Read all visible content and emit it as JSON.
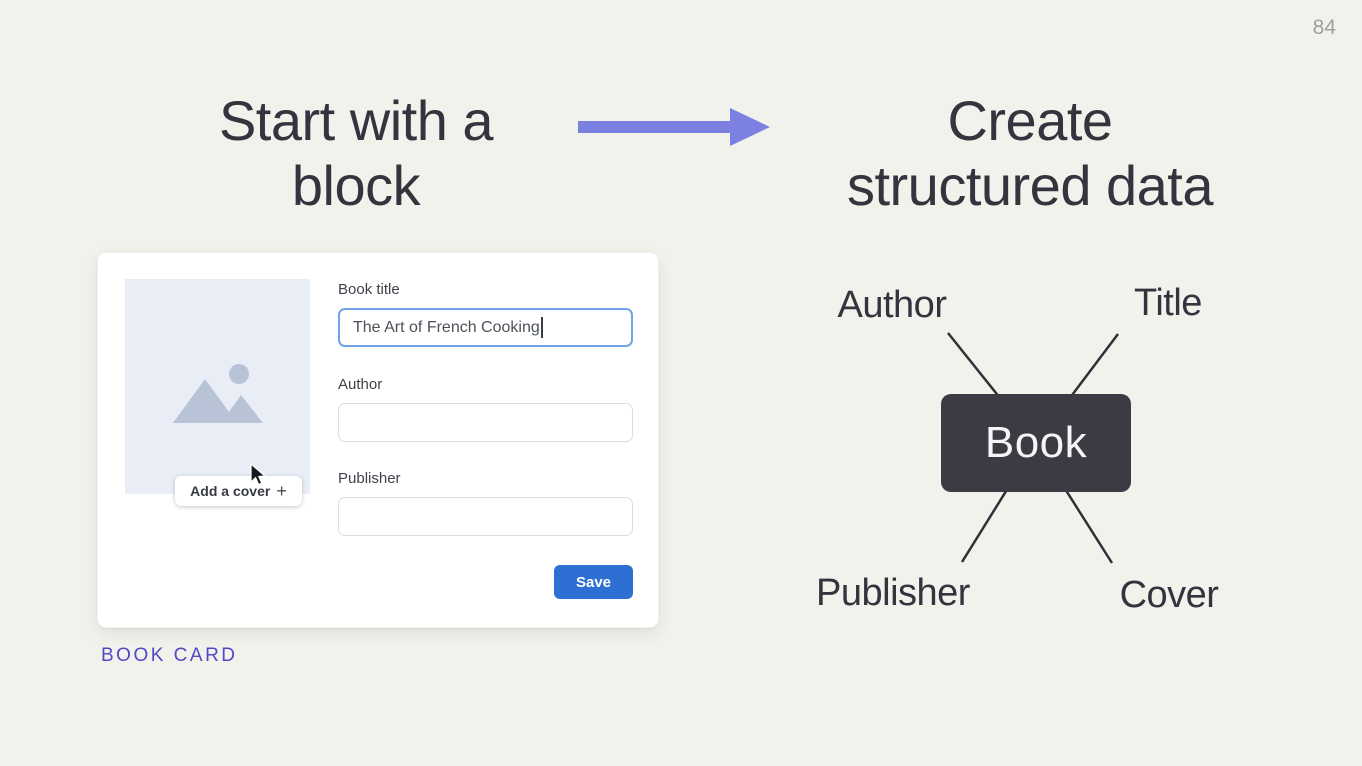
{
  "page": {
    "number": "84"
  },
  "headings": {
    "left": {
      "line1": "Start with a",
      "line2": "block"
    },
    "right": {
      "line1": "Create",
      "line2": "structured data"
    }
  },
  "card": {
    "cover_button_label": "Add a cover",
    "cover_button_plus": "+",
    "fields": {
      "title": {
        "label": "Book title",
        "value": "The Art of French Cooking"
      },
      "author": {
        "label": "Author",
        "value": "",
        "placeholder": ""
      },
      "publisher": {
        "label": "Publisher",
        "value": "",
        "placeholder": ""
      }
    },
    "save_label": "Save"
  },
  "caption": "BOOK CARD",
  "diagram": {
    "center_label": "Book",
    "nodes": {
      "top_left": "Author",
      "top_right": "Title",
      "bottom_left": "Publisher",
      "bottom_right": "Cover"
    }
  },
  "colors": {
    "background": "#f0f2eb",
    "heading_text": "#33343d",
    "arrow": "#7c80e0",
    "accent_purple": "#5447c6",
    "save_blue": "#2e6fd3",
    "focus_border": "#70a4e8",
    "input_border": "#d9dde2",
    "cover_placeholder": "#e9edf6",
    "cover_icon": "#b9c3d8",
    "book_box": "#3b3b44",
    "diagram_line": "#2f3138",
    "page_number": "#9da09c"
  }
}
